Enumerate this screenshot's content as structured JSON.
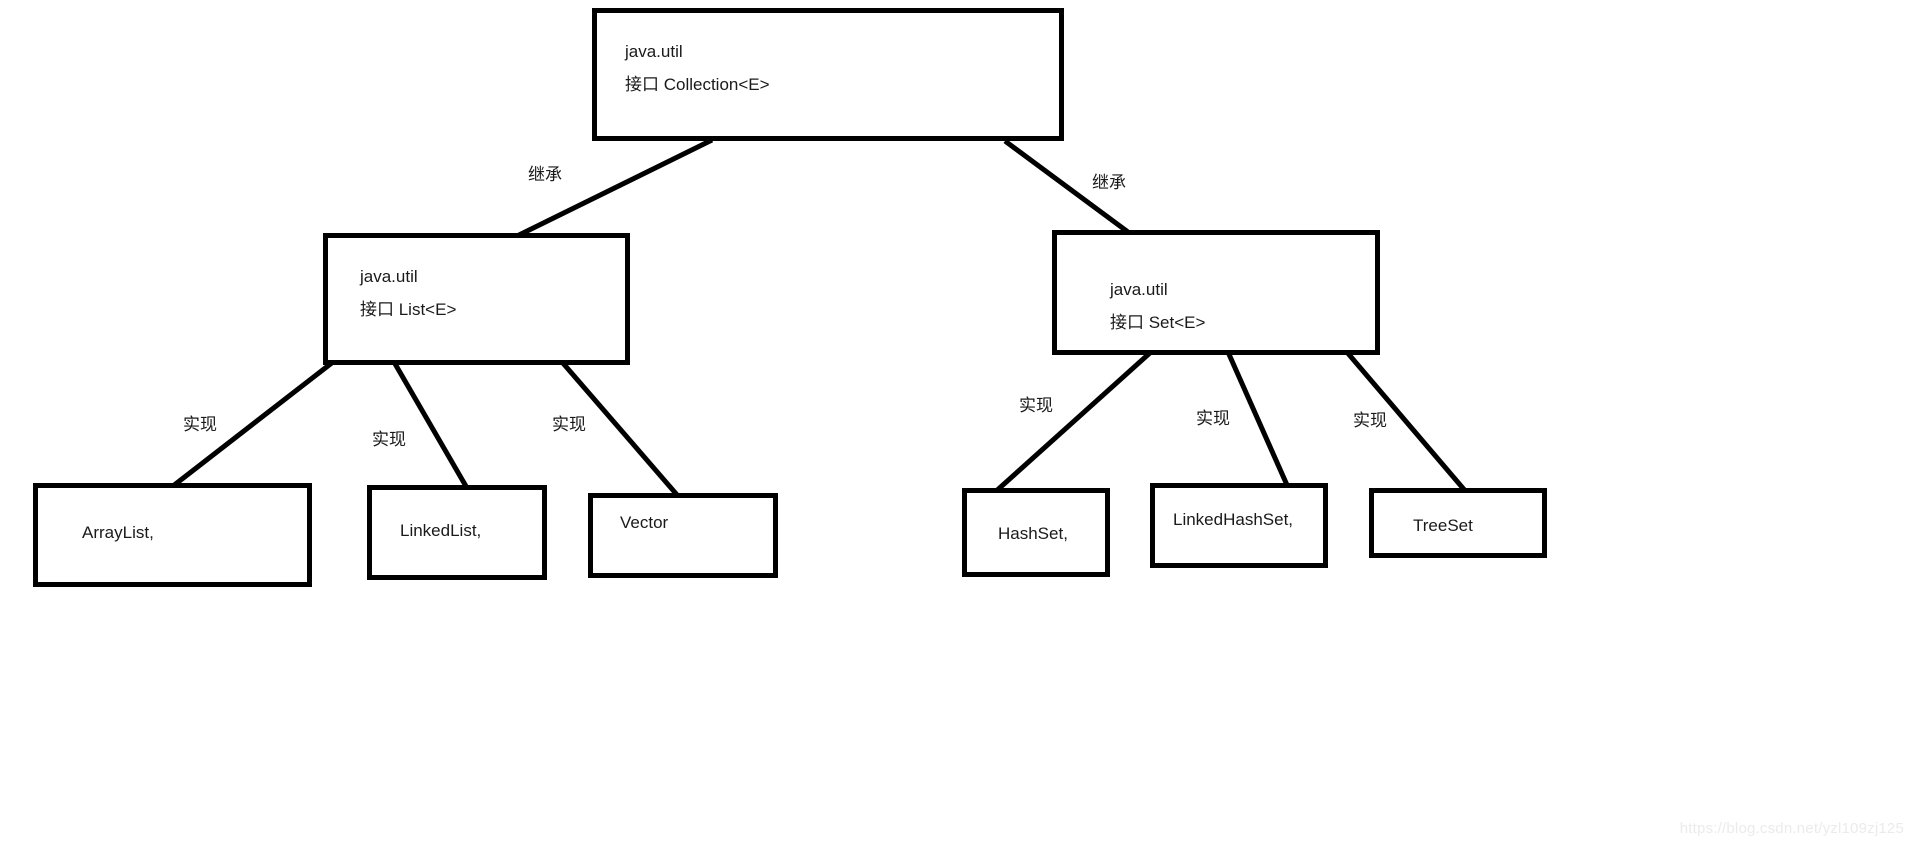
{
  "diagram": {
    "title_semantic": "Java Collection interface hierarchy",
    "nodes": {
      "collection": {
        "line1": "java.util",
        "line2": "接口 Collection<E>"
      },
      "list": {
        "line1": "java.util",
        "line2": "接口 List<E>"
      },
      "set": {
        "line1": "java.util",
        "line2": "接口 Set<E>"
      },
      "arraylist": {
        "label": "ArrayList,"
      },
      "linkedlist": {
        "label": "LinkedList,"
      },
      "vector": {
        "label": "Vector"
      },
      "hashset": {
        "label": "HashSet,"
      },
      "linkedhashset": {
        "label": "LinkedHashSet,"
      },
      "treeset": {
        "label": "TreeSet"
      }
    },
    "edge_labels": {
      "inherit_left": "继承",
      "inherit_right": "继承",
      "implement_arraylist": "实现",
      "implement_linkedlist": "实现",
      "implement_vector": "实现",
      "implement_hashset": "实现",
      "implement_linkedhashset": "实现",
      "implement_treeset": "实现"
    },
    "colors": {
      "line": "#000000",
      "box_border": "#000000",
      "background": "#ffffff",
      "text": "#1a1a1a",
      "watermark": "#ebebeb"
    }
  },
  "watermark": {
    "text": "https://blog.csdn.net/yzl109zj125"
  }
}
